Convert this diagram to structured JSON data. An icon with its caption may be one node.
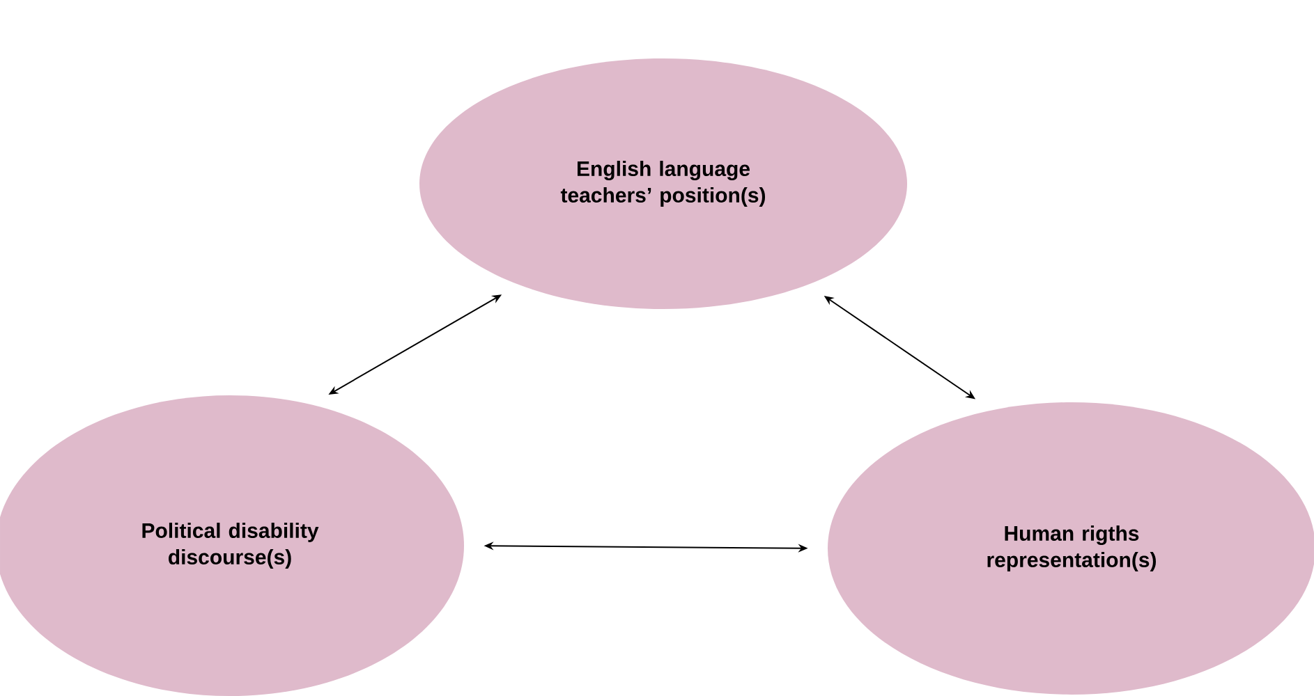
{
  "diagram": {
    "nodes": [
      {
        "text": [
          "English language teachers’ position(s)"
        ]
      },
      {
        "text": [
          "Political disability discourse(s)"
        ]
      },
      {
        "text": [
          "Human rigths representation(s)"
        ]
      }
    ],
    "edges": [
      {
        "from": 0,
        "to": 1,
        "arrow": "both"
      },
      {
        "from": 0,
        "to": 2,
        "arrow": "both"
      },
      {
        "from": 1,
        "to": 2,
        "arrow": "both"
      }
    ]
  }
}
